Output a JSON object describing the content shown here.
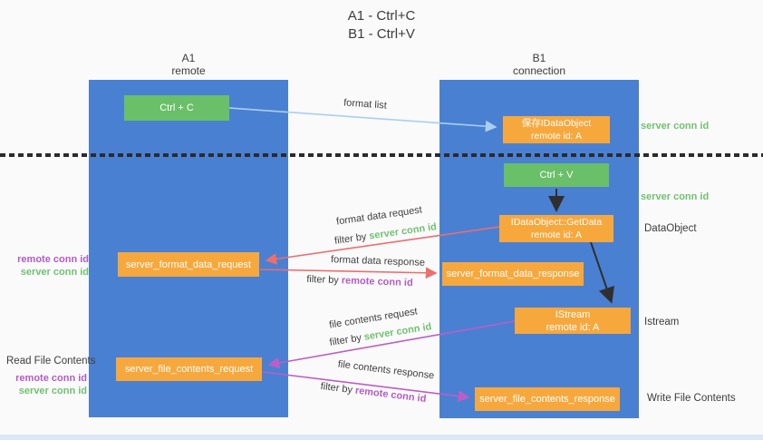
{
  "title": {
    "line1": "A1 - Ctrl+C",
    "line2": "B1 - Ctrl+V"
  },
  "columns": {
    "left": {
      "id": "A1",
      "role": "remote"
    },
    "right": {
      "id": "B1",
      "role": "connection"
    }
  },
  "nodes": {
    "ctrl_c": {
      "label": "Ctrl + C"
    },
    "ctrl_v": {
      "label": "Ctrl + V"
    },
    "save_idataobject": {
      "line1": "保存IDataObject",
      "line2": "remote id: A"
    },
    "getdata": {
      "line1": "IDataObject::GetData",
      "line2": "remote id: A"
    },
    "istream": {
      "line1": "IStream",
      "line2": "remote id: A"
    },
    "server_format_data_request": {
      "label": "server_format_data_request"
    },
    "server_format_data_response": {
      "label": "server_format_data_response"
    },
    "server_file_contents_request": {
      "label": "server_file_contents_request"
    },
    "server_file_contents_response": {
      "label": "server_file_contents_response"
    }
  },
  "flow_labels": {
    "format_list": "format list",
    "format_data_request": "format data request",
    "format_data_response": "format data response",
    "file_contents_request": "file contents request",
    "file_contents_response": "file contents response",
    "filter_by": "filter by ",
    "server_conn_id": "server conn id",
    "remote_conn_id": "remote conn id"
  },
  "side_labels": {
    "server_conn_id": "server conn id",
    "remote_conn_id": "remote conn id",
    "dataobject": "DataObject",
    "istream": "Istream",
    "read_file_contents": "Read File Contents",
    "write_file_contents": "Write File Contents"
  },
  "colors": {
    "panel_blue": "#4a80d2",
    "node_green": "#6abf69",
    "node_orange": "#f7a83d",
    "arrow_blue": "#aacfee",
    "arrow_black": "#2f2f2f",
    "arrow_red": "#ec6e6e",
    "arrow_magenta": "#bc5ec4",
    "text_green": "#71c170",
    "text_purple": "#b35cc6"
  }
}
